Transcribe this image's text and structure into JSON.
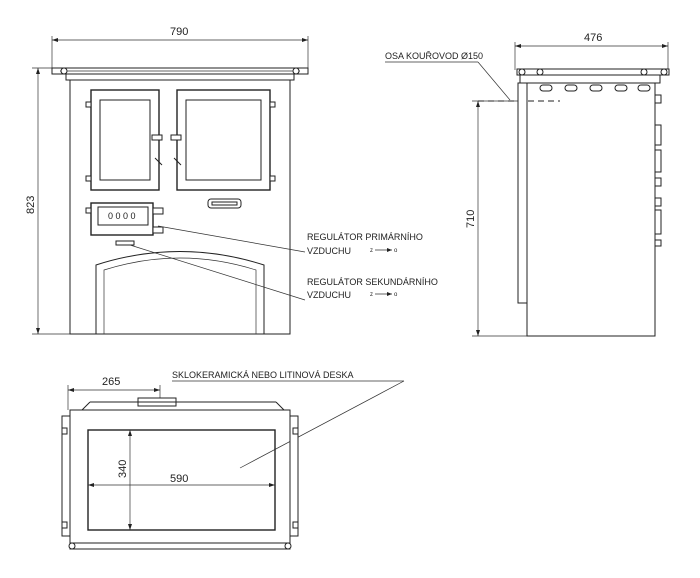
{
  "dimensions": {
    "front_width": "790",
    "front_height": "823",
    "side_depth": "476",
    "side_height": "710",
    "top_offset": "265",
    "top_plate_width": "590",
    "top_plate_depth": "340"
  },
  "labels": {
    "flue_axis": "OSA KOUŘOVOD Ø150",
    "primary_regulator_line1": "REGULÁTOR PRIMÁRNÍHO",
    "primary_regulator_line2": "VZDUCHU",
    "secondary_regulator_line1": "REGULÁTOR SEKUNDÁRNÍHO",
    "secondary_regulator_line2": "VZDUCHU",
    "plate_label": "SKLOKERAMICKÁ NEBO LITINOVÁ DESKA",
    "dial_text": "0 0 0 0",
    "z_mark": "z",
    "o_mark": "o"
  }
}
